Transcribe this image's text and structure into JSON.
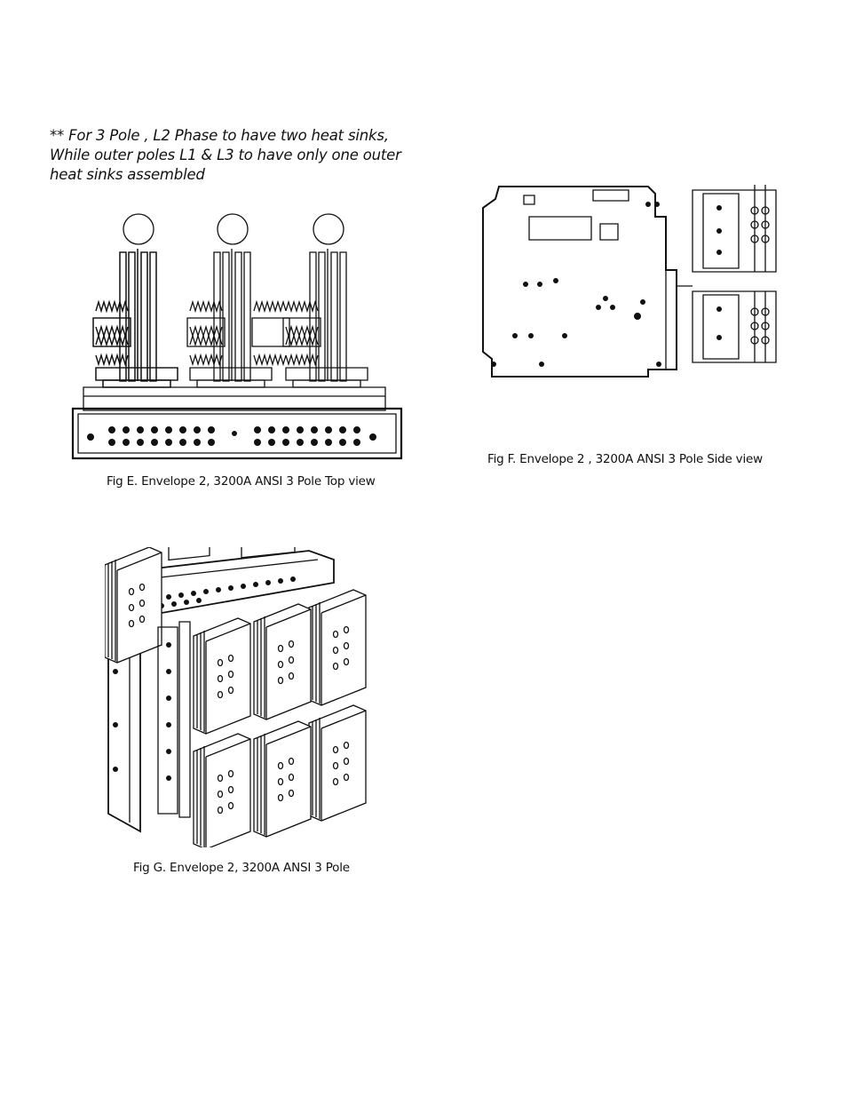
{
  "note": {
    "lines": [
      "** For 3 Pole , L2 Phase to have two heat sinks,",
      "While outer poles L1 & L3 to have only one outer",
      "heat sinks assembled"
    ]
  },
  "figures": {
    "fig_e": {
      "caption": "Fig E. Envelope 2, 3200A ANSI 3 Pole Top view"
    },
    "fig_f": {
      "caption": "Fig F. Envelope 2 , 3200A ANSI 3 Pole  Side view"
    },
    "fig_g": {
      "caption": "Fig G. Envelope 2, 3200A ANSI 3 Pole"
    }
  }
}
